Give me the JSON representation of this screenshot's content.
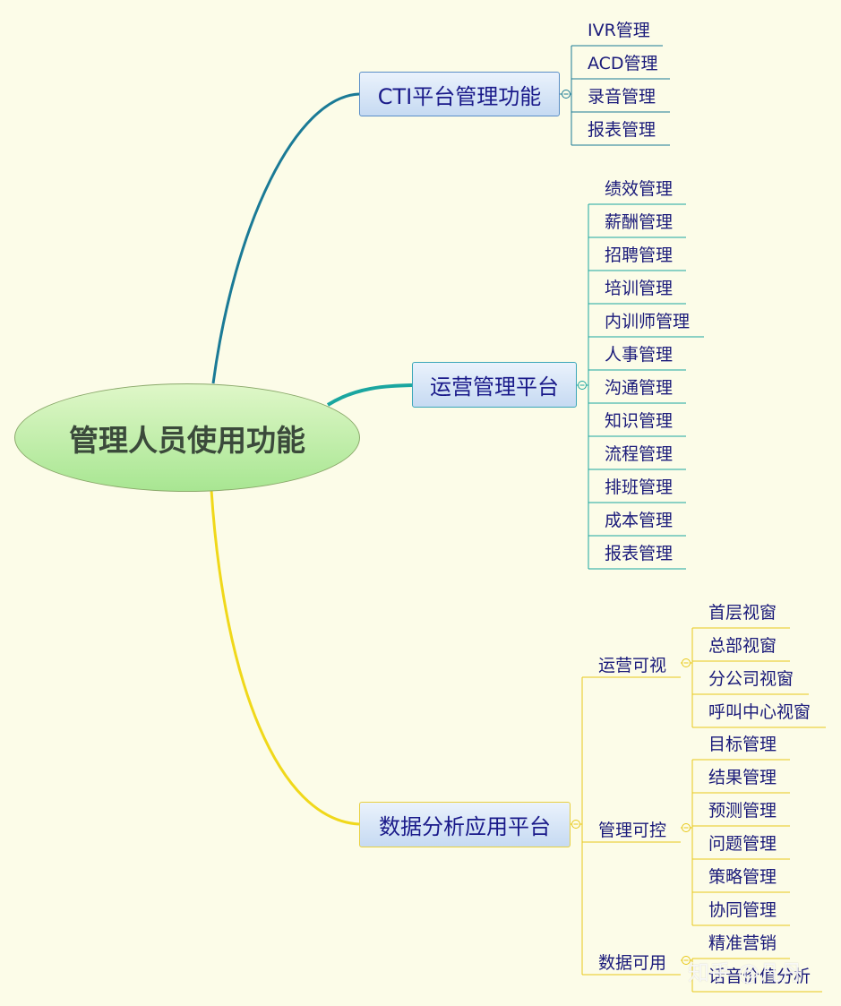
{
  "root": {
    "label": "管理人员使用功能"
  },
  "branches": {
    "cti": {
      "label": "CTI平台管理功能",
      "items": [
        "IVR管理",
        "ACD管理",
        "录音管理",
        "报表管理"
      ]
    },
    "ops": {
      "label": "运营管理平台",
      "items": [
        "绩效管理",
        "薪酬管理",
        "招聘管理",
        "培训管理",
        "内训师管理",
        "人事管理",
        "沟通管理",
        "知识管理",
        "流程管理",
        "排班管理",
        "成本管理",
        "报表管理"
      ]
    },
    "data": {
      "label": "数据分析应用平台",
      "groups": [
        {
          "label": "运营可视",
          "items": [
            "首层视窗",
            "总部视窗",
            "分公司视窗",
            "呼叫中心视窗"
          ]
        },
        {
          "label": "管理可控",
          "items": [
            "目标管理",
            "结果管理",
            "预测管理",
            "问题管理",
            "策略管理",
            "协同管理"
          ]
        },
        {
          "label": "数据可用",
          "items": [
            "精准营销",
            "话音价值分析"
          ]
        }
      ]
    }
  },
  "watermark": "知乎 @凡丹",
  "colors": {
    "cti": "#1a7a96",
    "ops": "#1aa6a0",
    "data": "#f0d81a",
    "node_border_blue": "#5a8ec8",
    "node_border_teal": "#3aa6b8"
  }
}
